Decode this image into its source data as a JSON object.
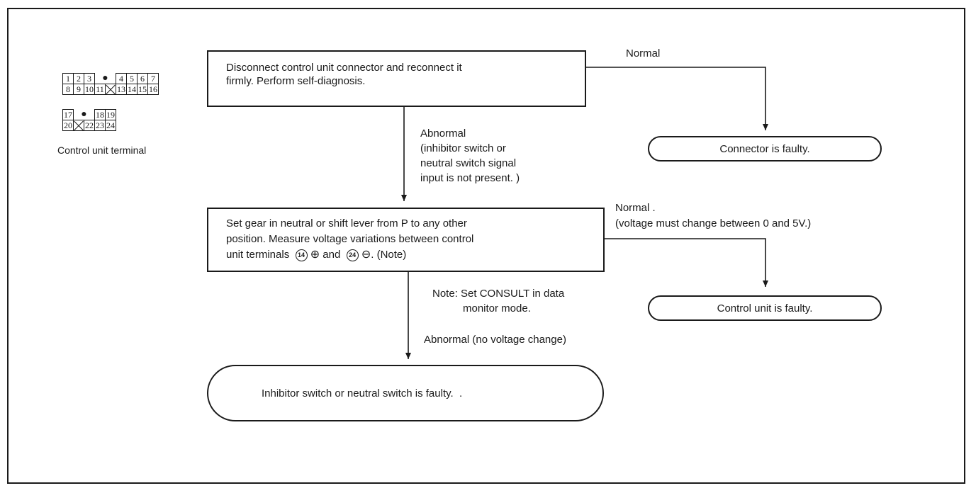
{
  "terminal": {
    "row1_left": [
      "1",
      "2",
      "3"
    ],
    "row1_dot": "●",
    "row1_right": [
      "4",
      "5",
      "6",
      "7"
    ],
    "row2": [
      "8",
      "9",
      "10",
      "11",
      "",
      "13",
      "14",
      "15",
      "16"
    ],
    "row3_left": [
      "17"
    ],
    "row3_dot": "●",
    "row3_right": [
      "18",
      "19"
    ],
    "row4": [
      "20",
      "",
      "22",
      "23",
      "24"
    ],
    "caption": "Control unit terminal"
  },
  "steps": {
    "step1": {
      "line1": "Disconnect control unit connector and reconnect it",
      "line2": "firmly. Perform self-diagnosis."
    },
    "step1_normal": "Normal",
    "step1_abnormal": {
      "line1": "Abnormal",
      "line2": "(inhibitor switch or",
      "line3": "neutral switch signal",
      "line4": "input is not present. )"
    },
    "result1": "Connector is faulty.",
    "step2": {
      "line1": "Set gear in neutral or shift lever from P to any other",
      "line2": "position. Measure voltage variations between control",
      "line3_pre": "unit terminals",
      "terminal_a": "14",
      "sign_a": "⊕",
      "line3_mid": "and",
      "terminal_b": "24",
      "sign_b": "⊖",
      "line3_post": ". (Note)"
    },
    "step2_normal": {
      "line1": "Normal .",
      "line2": "(voltage must change between 0 and 5V.)"
    },
    "note": {
      "line1": "Note: Set CONSULT in data",
      "line2": "monitor mode."
    },
    "result2": "Control unit is faulty.",
    "step2_abnormal": "Abnormal (no voltage change)",
    "result3": "Inhibitor switch or neutral switch is faulty.  ."
  }
}
